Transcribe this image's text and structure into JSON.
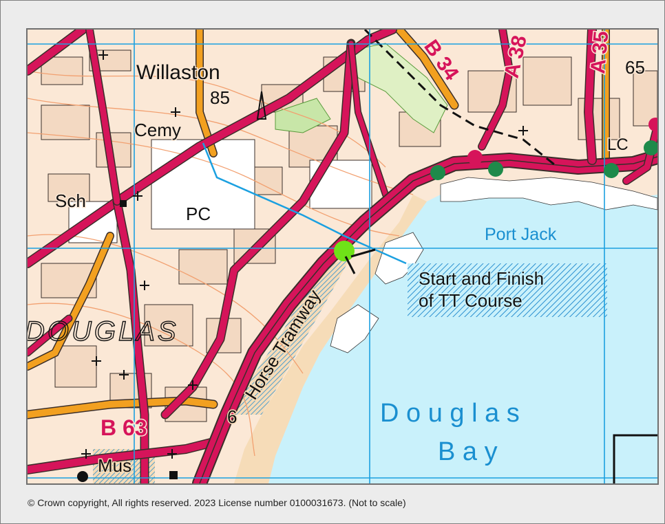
{
  "map": {
    "labels": {
      "willaston": "Willaston",
      "spot_height_85": "85",
      "cemy": "Cemy",
      "sch": "Sch",
      "pc": "PC",
      "port_jack": "Port Jack",
      "start_finish_line1": "Start and Finish",
      "start_finish_line2": "of TT Course",
      "douglas_town": "DOUGLAS",
      "horse_tramway": "Horse Tramway",
      "douglas_bay_line1": "D o u g l a s",
      "douglas_bay_line2": "B a y",
      "road_b34": "B 34",
      "road_a38": "A 38",
      "road_a35": "A 35",
      "road_b63": "B 63",
      "spot_65": "65",
      "lc": "LC",
      "mus": "Mus",
      "num_6": "6"
    },
    "colors": {
      "sea": "#c9f1fb",
      "land": "#fbe8d6",
      "road_primary": "#d6145a",
      "road_secondary": "#f2a020",
      "grid": "#1ba0e0",
      "beach": "#f6dcb8",
      "marker": "#6fe218",
      "waypoint": "#1e8a4a"
    }
  },
  "footer": {
    "copyright": "© Crown copyright, All rights reserved. 2023 License number 0100031673. (Not to scale)"
  }
}
